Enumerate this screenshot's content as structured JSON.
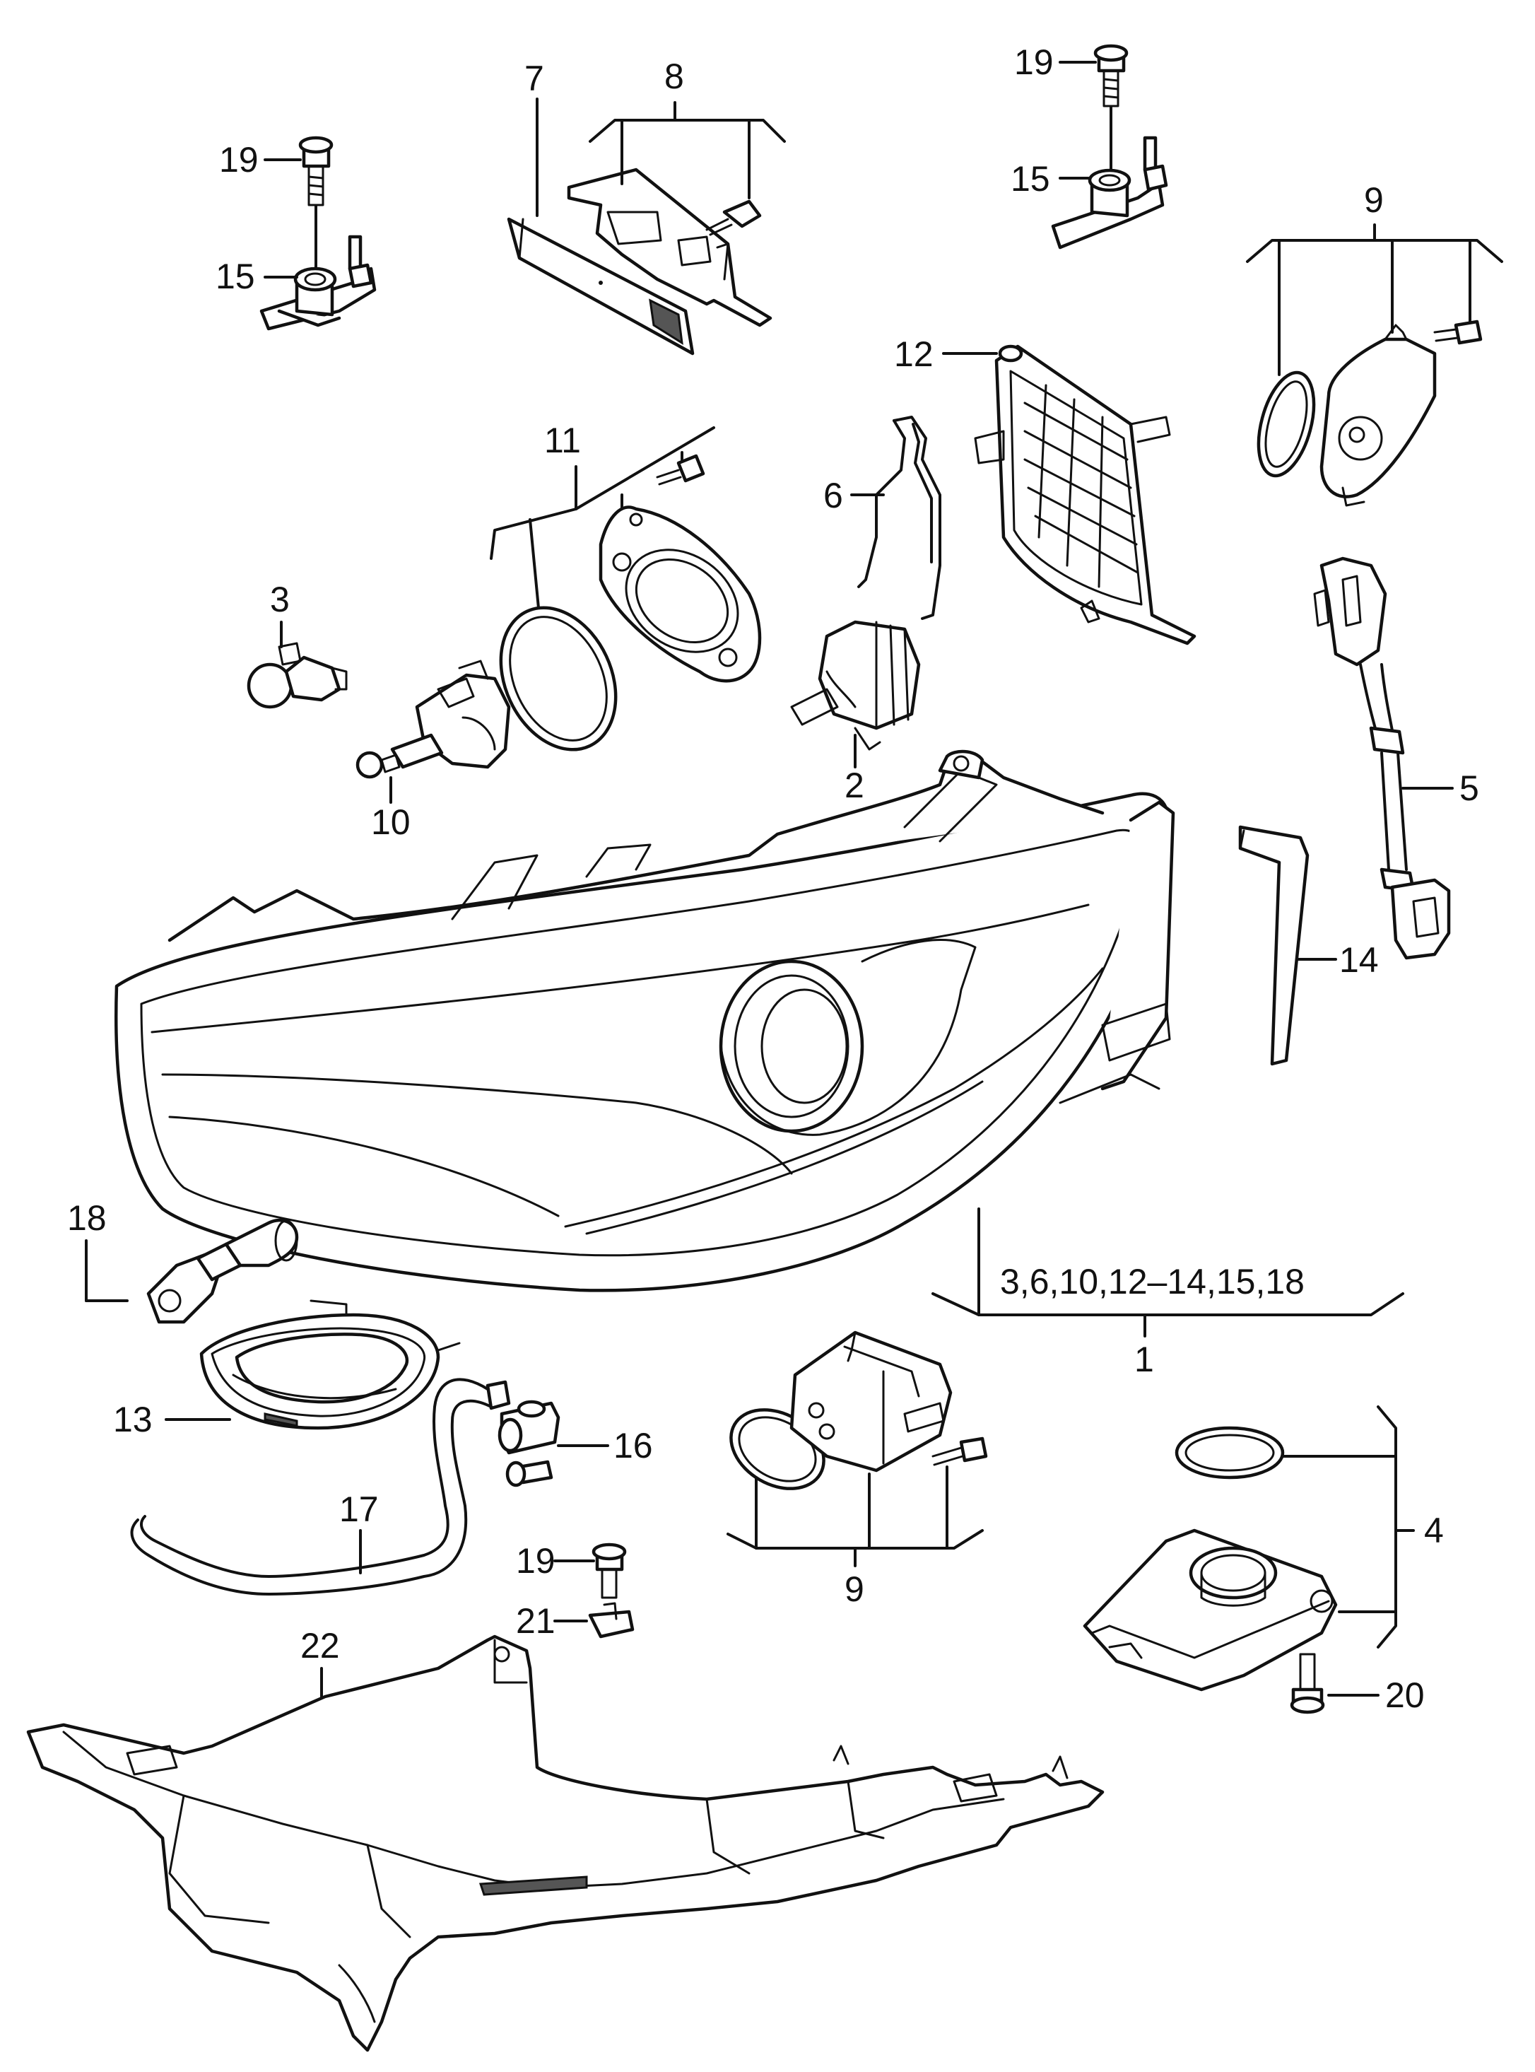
{
  "diagram": {
    "colors": {
      "line": "#111111",
      "background": "#ffffff",
      "shade": "#555555"
    },
    "callouts": {
      "p19a": "19",
      "p15a": "15",
      "p7": "7",
      "p8": "8",
      "p19b": "19",
      "p15b": "15",
      "p9a": "9",
      "p12": "12",
      "p11": "11",
      "p6": "6",
      "p3": "3",
      "p2": "2",
      "p10": "10",
      "p5": "5",
      "p14": "14",
      "p18": "18",
      "p1_list": "3,6,10,12–14,15,18",
      "p1": "1",
      "p13": "13",
      "p16": "16",
      "p17": "17",
      "p9b": "9",
      "p4": "4",
      "p19c": "19",
      "p21": "21",
      "p22": "22",
      "p20": "20"
    }
  }
}
